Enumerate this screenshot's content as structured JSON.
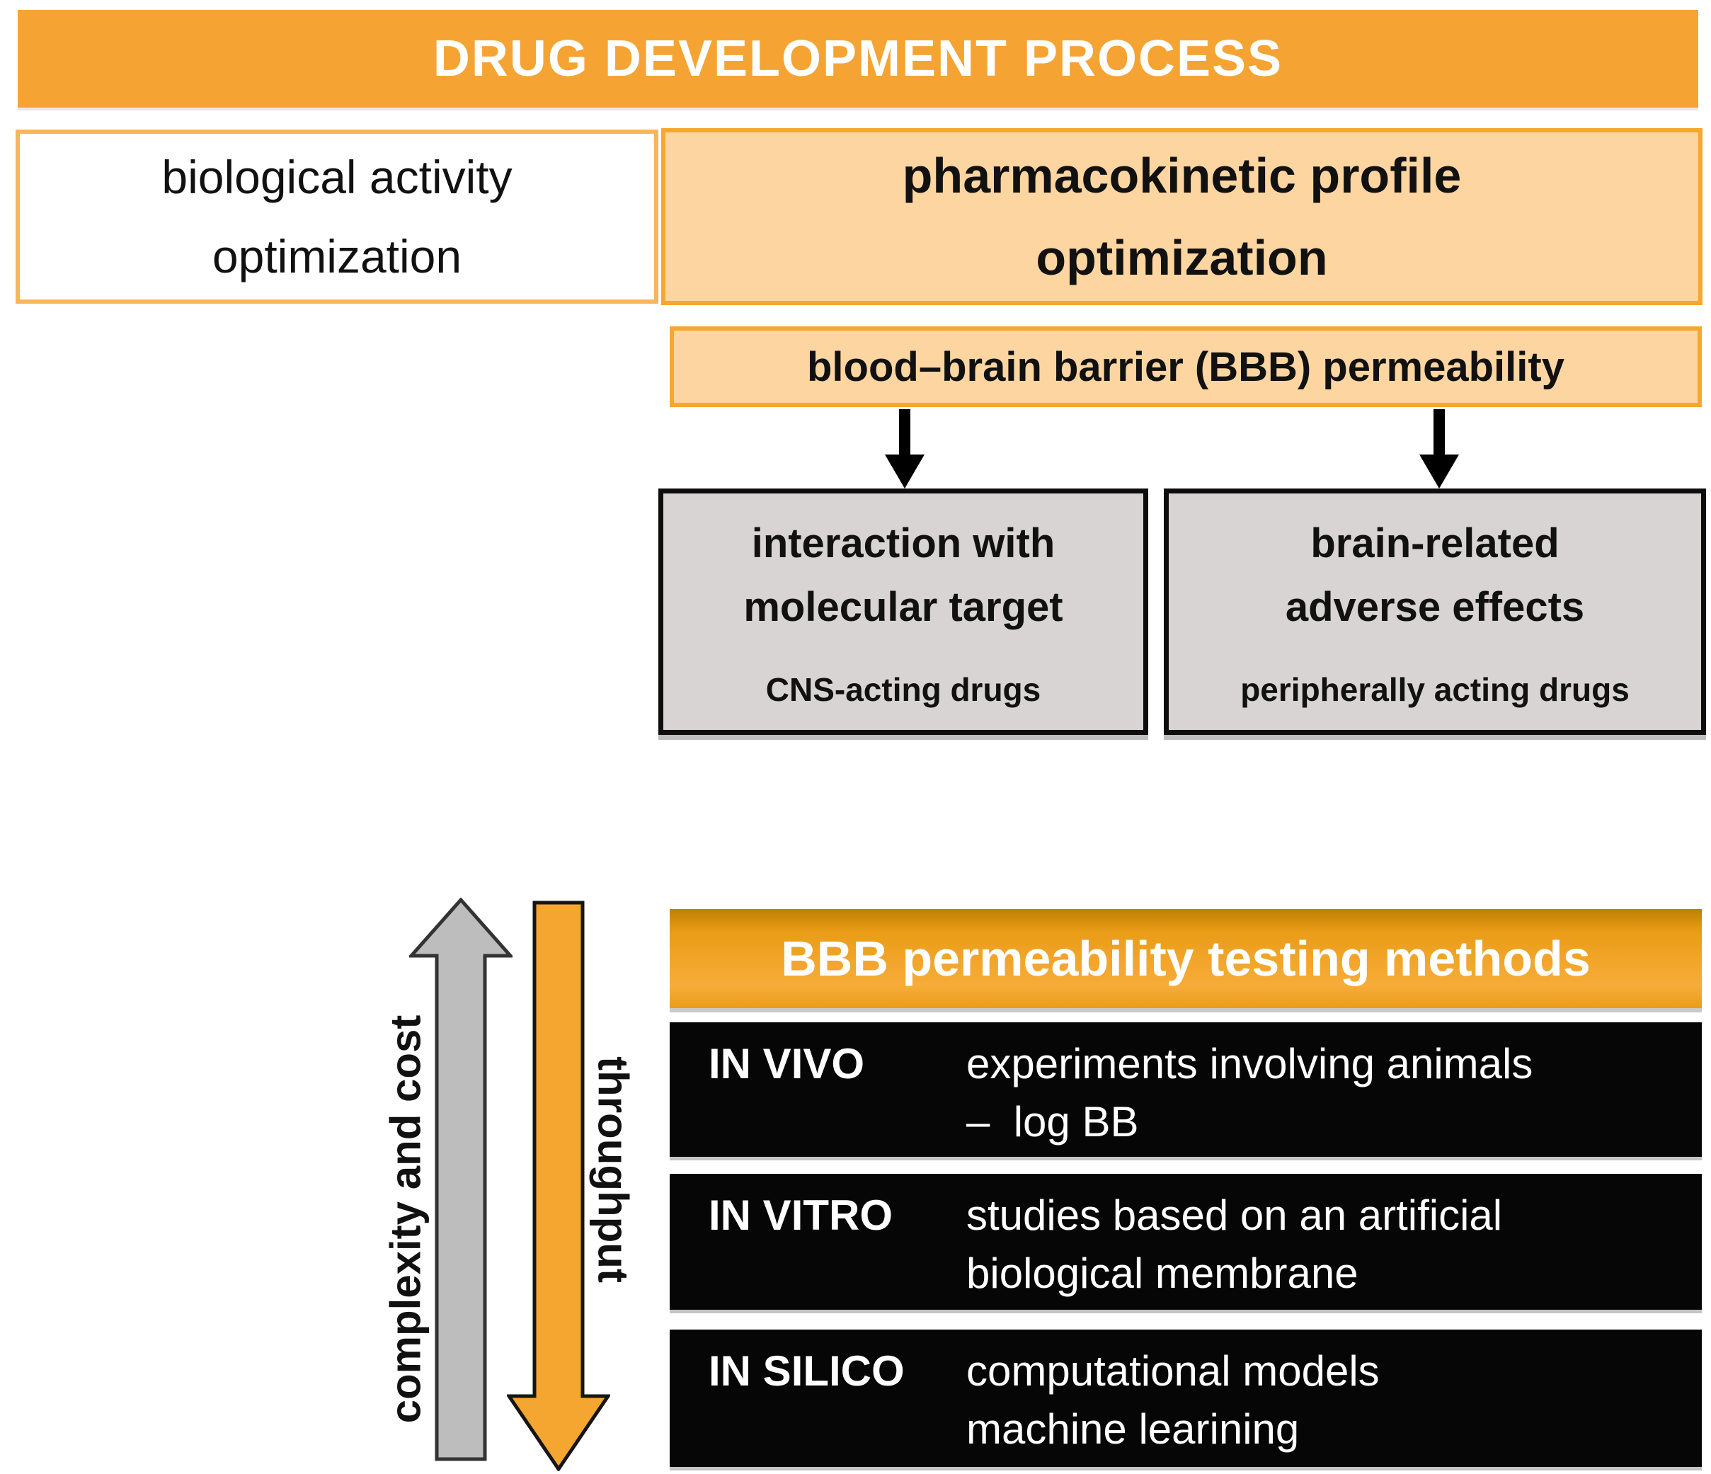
{
  "title_banner": "DRUG DEVELOPMENT PROCESS",
  "flow": {
    "bio_box": {
      "line1": "biological activity",
      "line2": "optimization"
    },
    "pk_box": {
      "line1": "pharmacokinetic profile",
      "line2": "optimization"
    },
    "bbb_box": {
      "label": "blood–brain barrier (BBB) permeability"
    },
    "outcomes": [
      {
        "title_line1": "interaction with",
        "title_line2": "molecular target",
        "subtitle": "CNS-acting drugs"
      },
      {
        "title_line1": "brain-related",
        "title_line2": "adverse effects",
        "subtitle": "peripherally acting drugs"
      }
    ]
  },
  "axes": {
    "complexity_label": "complexity and cost",
    "throughput_label": "throughput"
  },
  "methods": {
    "banner": "BBB permeability testing methods",
    "rows": [
      {
        "label": "IN VIVO",
        "desc_line1": "experiments involving animals",
        "desc_line2": "–  log BB"
      },
      {
        "label": "IN VITRO",
        "desc_line1": "studies based on an artificial",
        "desc_line2": "biological membrane"
      },
      {
        "label": "IN SILICO",
        "desc_line1": "computational models",
        "desc_line2": "machine learining"
      }
    ]
  },
  "colors": {
    "banner_orange": "#f5a433",
    "box_fill_light_orange": "#fcd5a1",
    "box_border_orange": "#f7a72f",
    "bio_box_border": "#f9b55b",
    "gray_box_fill": "#d7d4d3",
    "gray_box_border": "#0d0d0d",
    "methods_banner_top": "#bf7f03",
    "methods_banner_mid": "#f3a62c",
    "row_black": "#060606",
    "gray_arrow_fill": "#bdbdbd",
    "gray_arrow_stroke": "#333333",
    "orange_arrow_fill": "#f5a630",
    "orange_arrow_stroke": "#151515",
    "black_arrow": "#000000",
    "text_white": "#ffffff",
    "text_black": "#111111"
  }
}
